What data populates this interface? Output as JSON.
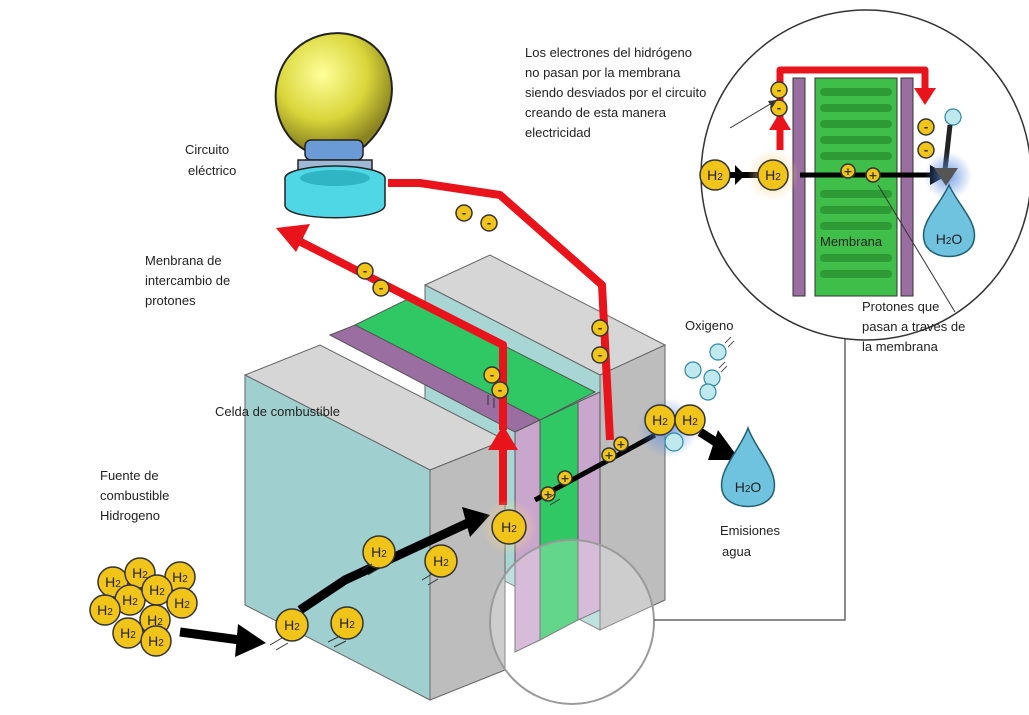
{
  "labels": {
    "circuit": [
      "Circuito",
      "eléctrico"
    ],
    "membrane": [
      "Menbrana de",
      "intercambio de",
      "protones"
    ],
    "cell": "Celda de combustible",
    "fuel": [
      "Fuente de",
      "combustible",
      "Hidrogeno"
    ],
    "oxygen": "Oxigeno",
    "emissions": [
      "Emisiones",
      "agua"
    ],
    "electrons_note": [
      "Los electrones del hidrógeno",
      "no pasan por la membrana",
      "siendo desviados por el circuito",
      "creando de esta manera",
      "electricidad"
    ],
    "zoom_membrane": "Membrana",
    "protons_note": [
      "Protones que",
      "pasan a traves de",
      "la membrana"
    ]
  },
  "molecules": {
    "h2_main": "H",
    "h2_sub": "2",
    "h2o_main": "H",
    "h2o_sub": "2",
    "h2o_end": "O",
    "electron": "-",
    "proton": "+"
  },
  "colors": {
    "circuit_arrow": "#e8131b",
    "flow_arrow": "#000000",
    "hydrogen": "#f0c419",
    "water": "#6fc3df",
    "membrane_green": "#2fc864",
    "membrane_purple": "#9a6ea0",
    "cell_face": "#9fd0cf",
    "cell_side": "#cfcfcf",
    "bulb": "#d9d63a",
    "socket": "#4fd7e6"
  }
}
